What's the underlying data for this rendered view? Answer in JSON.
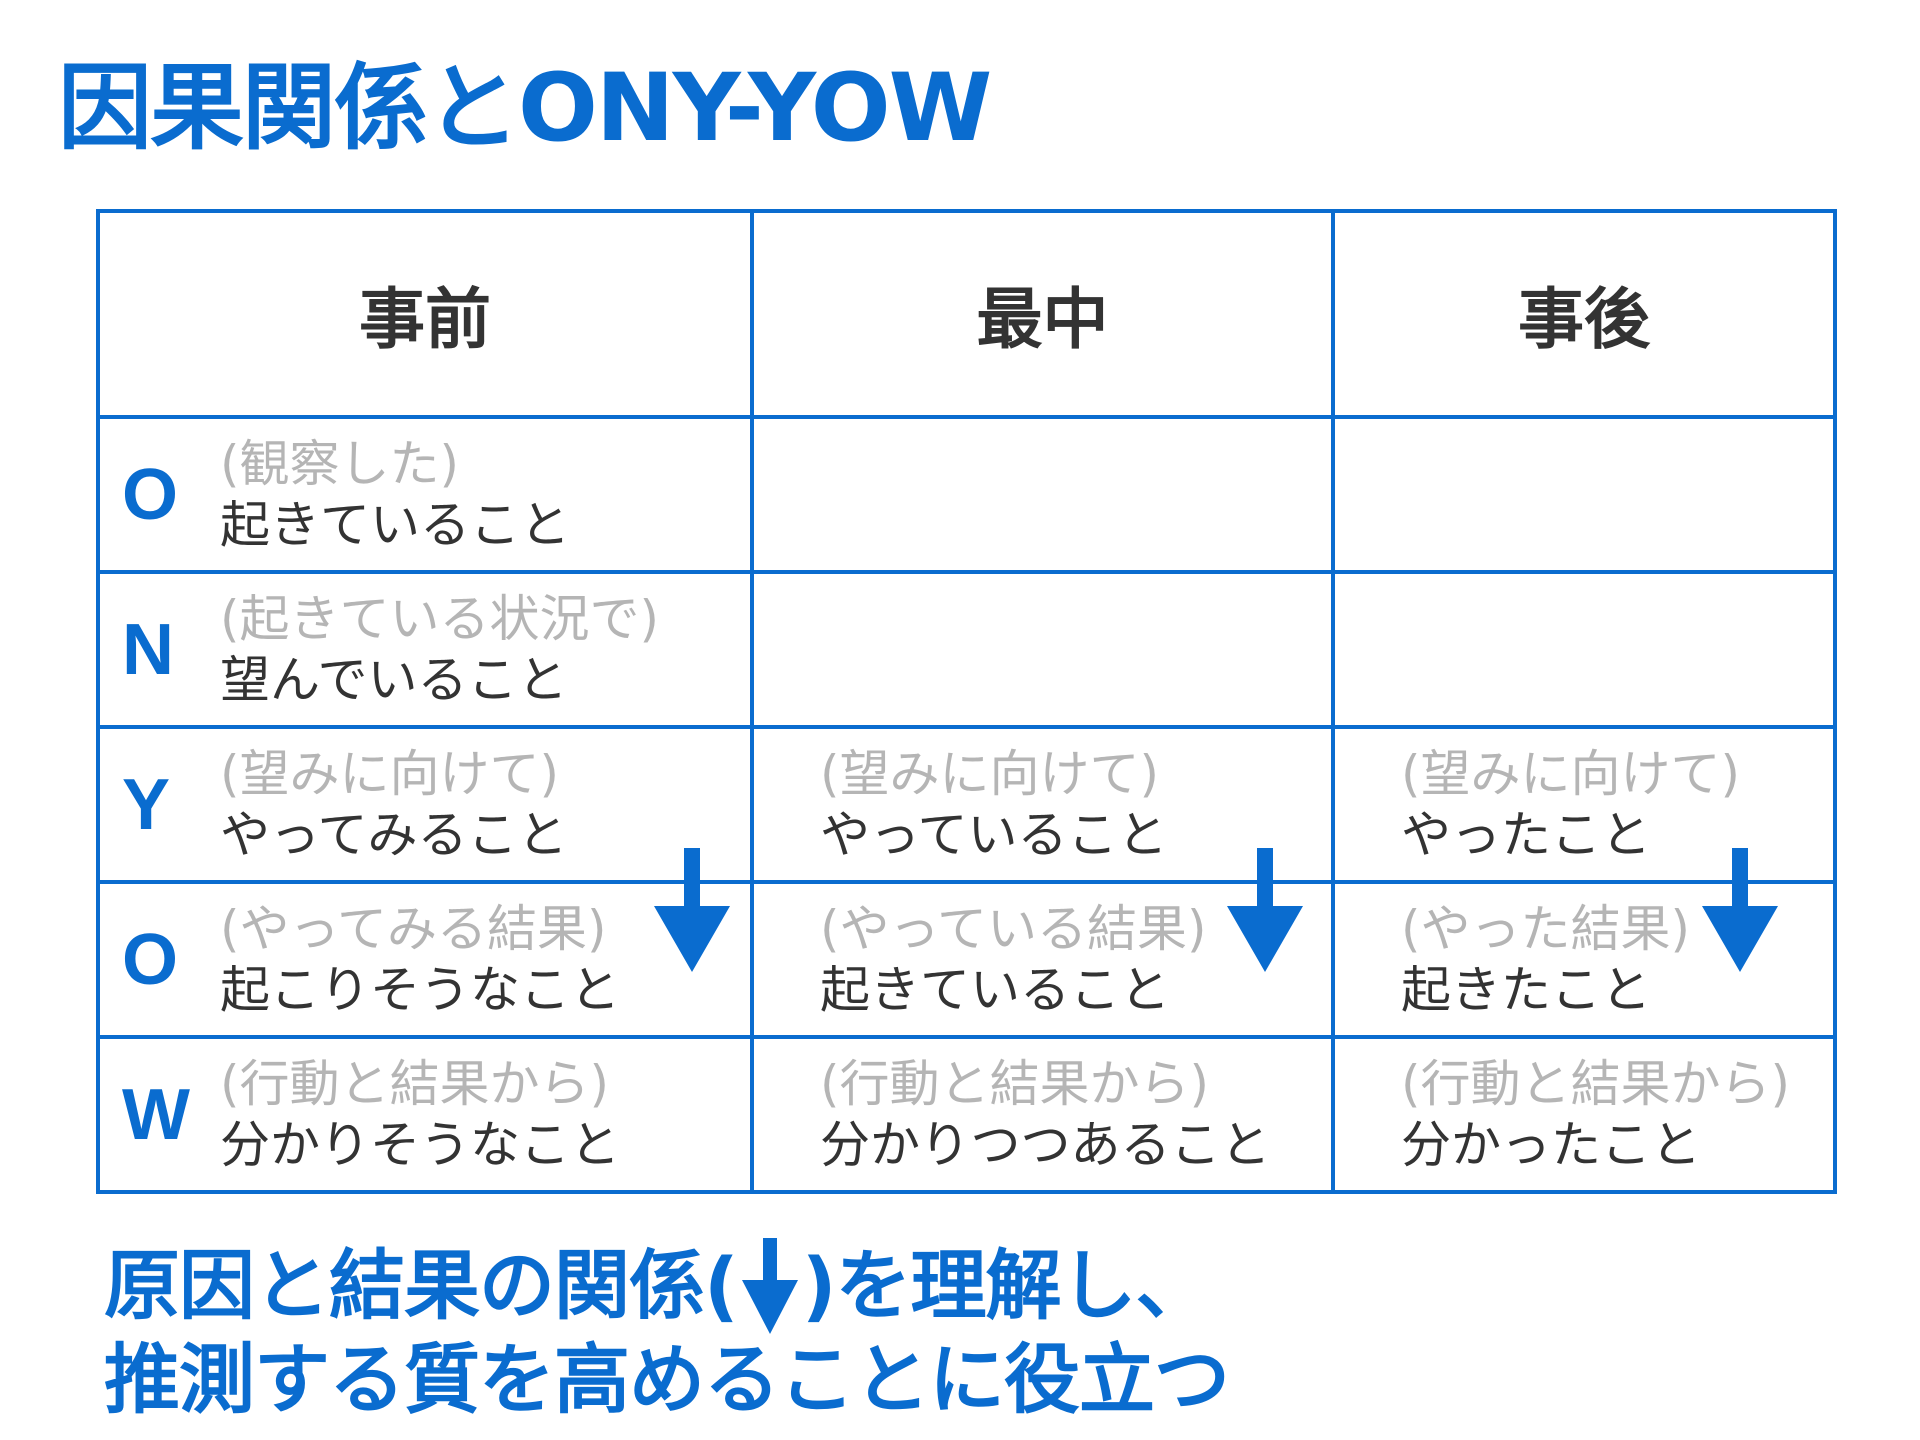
{
  "title": "因果関係とONY-YOW",
  "colors": {
    "accent": "#0a6ccf",
    "text": "#333333",
    "hint": "#b5b5b5"
  },
  "table": {
    "headers": [
      "事前",
      "最中",
      "事後"
    ],
    "rows": [
      {
        "letter": "O",
        "cells": [
          {
            "hint": "(観察した)",
            "main": "起きていること"
          },
          {
            "hint": "",
            "main": ""
          },
          {
            "hint": "",
            "main": ""
          }
        ]
      },
      {
        "letter": "N",
        "cells": [
          {
            "hint": "(起きている状況で)",
            "main": "望んでいること"
          },
          {
            "hint": "",
            "main": ""
          },
          {
            "hint": "",
            "main": ""
          }
        ]
      },
      {
        "letter": "Y",
        "cells": [
          {
            "hint": "(望みに向けて)",
            "main": "やってみること"
          },
          {
            "hint": "(望みに向けて)",
            "main": "やっていること"
          },
          {
            "hint": "(望みに向けて)",
            "main": "やったこと"
          }
        ]
      },
      {
        "letter": "O",
        "cells": [
          {
            "hint": "(やってみる結果)",
            "main": "起こりそうなこと"
          },
          {
            "hint": "(やっている結果)",
            "main": "起きていること"
          },
          {
            "hint": "(やった結果)",
            "main": "起きたこと"
          }
        ]
      },
      {
        "letter": "W",
        "cells": [
          {
            "hint": "(行動と結果から)",
            "main": "分かりそうなこと"
          },
          {
            "hint": "(行動と結果から)",
            "main": "分かりつつあること"
          },
          {
            "hint": "(行動と結果から)",
            "main": "分かったこと"
          }
        ]
      }
    ],
    "arrows_icon": "down-arrow-icon"
  },
  "footer": {
    "line1_before": "原因と結果の関係(",
    "line1_after": ")を理解し、",
    "line2": "推測する質を高めることに役立つ"
  }
}
